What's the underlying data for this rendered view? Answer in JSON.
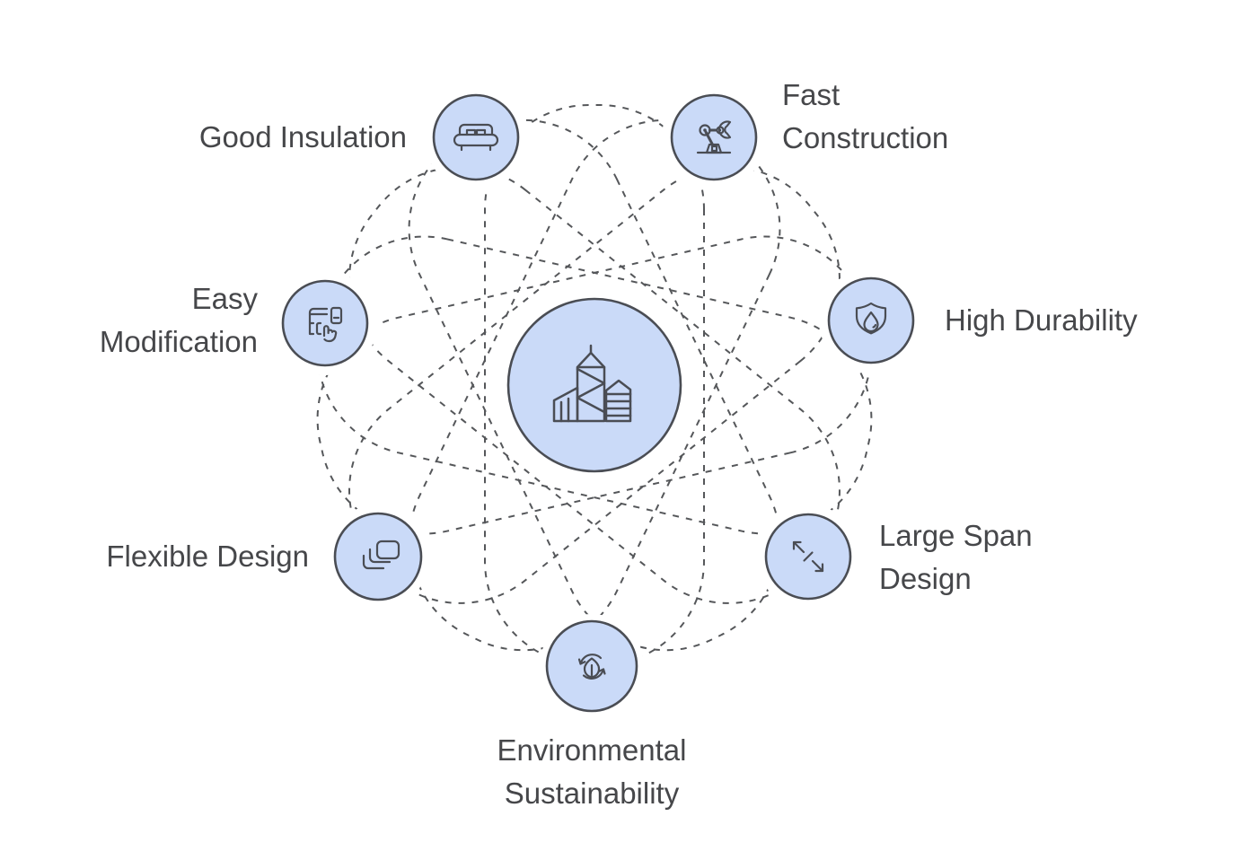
{
  "diagram": {
    "title": "",
    "center": {
      "icon": "city-buildings-icon"
    },
    "nodes": [
      {
        "id": "good-insulation",
        "label": "Good Insulation",
        "icon": "sofa-icon"
      },
      {
        "id": "fast-construction",
        "label": "Fast\nConstruction",
        "icon": "robot-arm-icon"
      },
      {
        "id": "easy-modification",
        "label": "Easy\nModification",
        "icon": "devices-touch-icon"
      },
      {
        "id": "high-durability",
        "label": "High Durability",
        "icon": "shield-droplet-icon"
      },
      {
        "id": "flexible-design",
        "label": "Flexible Design",
        "icon": "layers-icon"
      },
      {
        "id": "large-span-design",
        "label": "Large Span\nDesign",
        "icon": "expand-arrows-icon"
      },
      {
        "id": "environmental-sustainability",
        "label": "Environmental\nSustainability",
        "icon": "leaf-recycle-icon"
      }
    ],
    "colors": {
      "node_fill": "#cadaf8",
      "node_stroke": "#4a4d54",
      "orbit_dash": "#55575a",
      "label_text": "#46474a",
      "background": "#ffffff"
    }
  }
}
